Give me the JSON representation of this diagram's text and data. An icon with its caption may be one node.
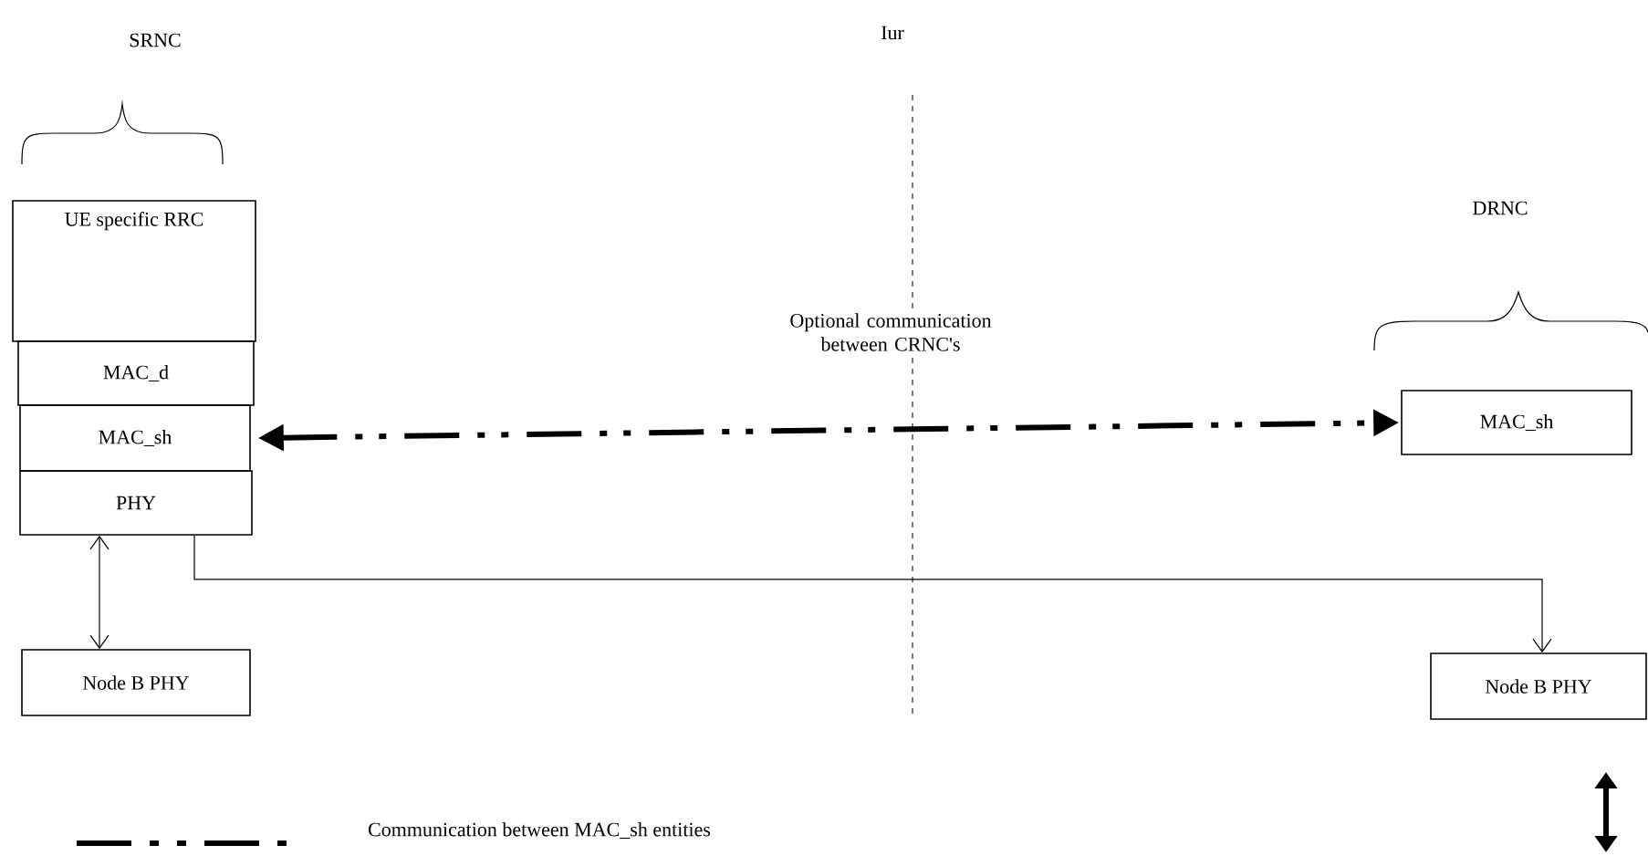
{
  "diagram": {
    "nodes": [
      {
        "text": [
          "UE specific RRC"
        ]
      },
      {
        "text": [
          "MAC_d"
        ]
      },
      {
        "text": [
          "MAC_sh"
        ]
      },
      {
        "text": [
          "PHY"
        ]
      },
      {
        "text": [
          "Node B PHY"
        ]
      },
      {
        "text": [
          "MAC_sh"
        ]
      },
      {
        "text": [
          "Node B PHY"
        ]
      }
    ],
    "edges": [
      {
        "from": 2,
        "to": 5,
        "arrow": "both",
        "style": "dashed",
        "label": "Optional communication between CRNC's"
      },
      {
        "from": 3,
        "to": 4,
        "arrow": "both"
      },
      {
        "from": 3,
        "to": 6,
        "arrow": "to"
      }
    ],
    "labels": [
      "SRNC",
      "Iur",
      "DRNC"
    ],
    "legend": [
      {
        "text": "Communication between MAC_sh entities"
      }
    ]
  }
}
